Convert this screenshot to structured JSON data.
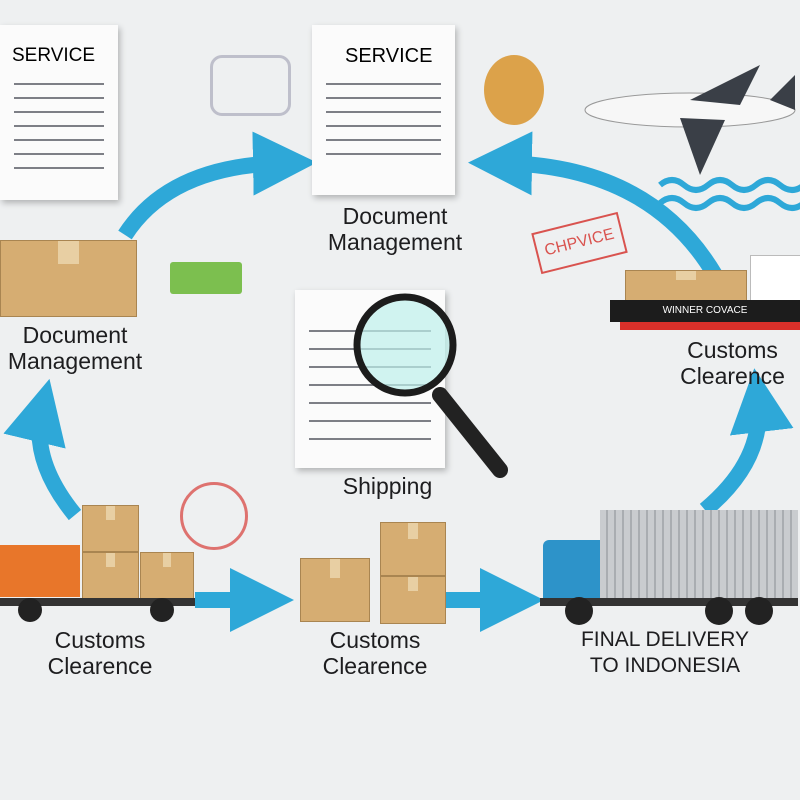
{
  "documents": {
    "top_left_title": "SERVICE",
    "top_center_title": "SERVICE"
  },
  "labels": {
    "document_management_top": [
      "Document",
      "Management"
    ],
    "document_management_left": [
      "Document",
      "Management"
    ],
    "customs_clearance_right": [
      "Customs",
      "Clearence"
    ],
    "shipping": "Shipping",
    "customs_clearance_bottom_left": [
      "Customs",
      "Clearence"
    ],
    "customs_clearance_bottom_center": [
      "Customs",
      "Clearence"
    ],
    "final_delivery": [
      "FINAL DELIVERY",
      "TO INDONESIA"
    ]
  },
  "stamp_text": "CHPVICE",
  "ship_name": "WINNER COVACE",
  "colors": {
    "arrow": "#2ea8d8",
    "stamp": "#d9534f",
    "ship_hull": "#1c1c1c",
    "ship_stripe": "#d8302a",
    "container": "#e8762a"
  }
}
